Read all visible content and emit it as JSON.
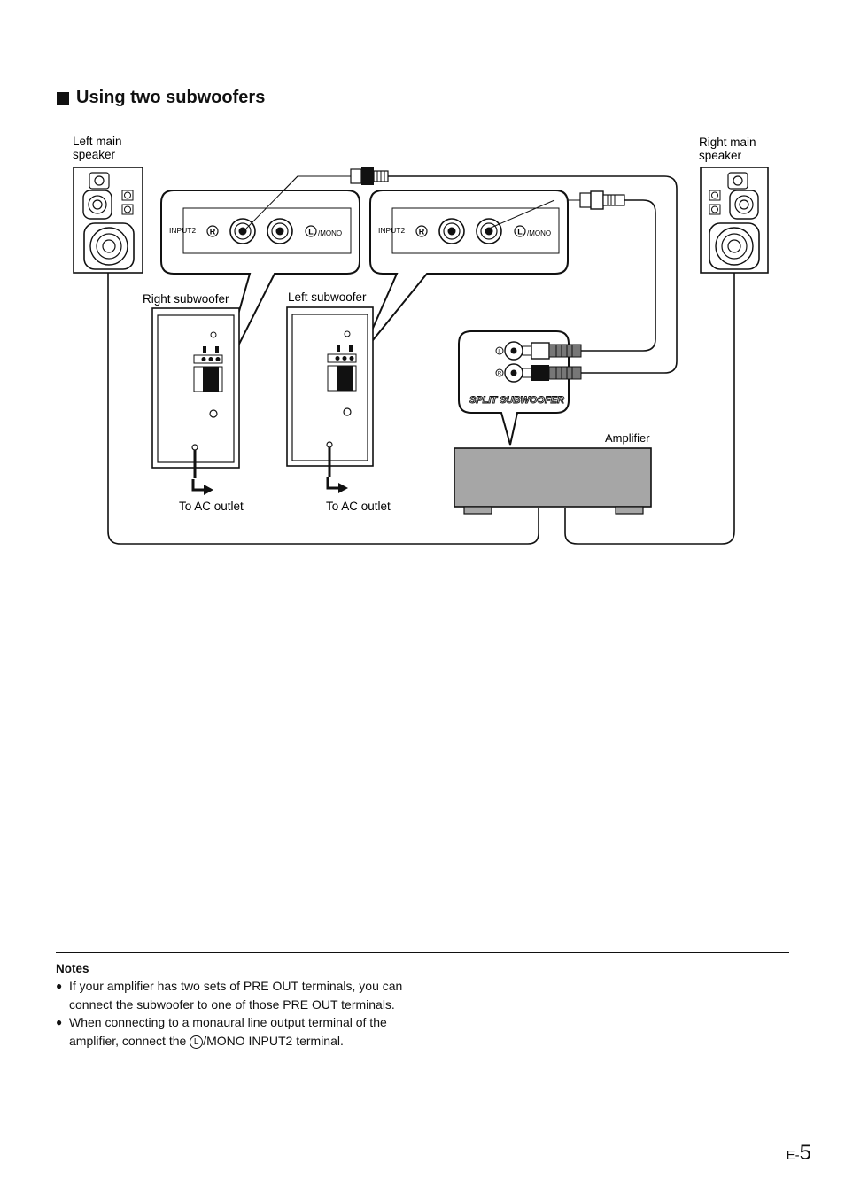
{
  "heading": "Using two subwoofers",
  "diagram": {
    "left_main_speaker": [
      "Left main",
      "speaker"
    ],
    "right_main_speaker": [
      "Right main",
      "speaker"
    ],
    "right_subwoofer": "Right subwoofer",
    "left_subwoofer": "Left subwoofer",
    "ac_outlet_1": "To AC outlet",
    "ac_outlet_2": "To AC outlet",
    "amplifier": "Amplifier",
    "split_subwoofer": "SPLIT SUBWOOFER",
    "callout_left": {
      "input": "INPUT2",
      "r": "R",
      "l": "L",
      "mono": "/MONO"
    },
    "callout_right": {
      "input": "INPUT2",
      "r": "R",
      "l": "L",
      "mono": "/MONO"
    },
    "terminal_l": "L",
    "terminal_r": "R"
  },
  "notes": {
    "title": "Notes",
    "item1": "If your amplifier has two sets of PRE OUT terminals, you can connect the subwoofer to one of those PRE OUT terminals.",
    "item2_before": "When connecting to a monaural line output terminal of the amplifier, connect the ",
    "item2_circled": "L",
    "item2_after": "/MONO INPUT2 terminal."
  },
  "page": {
    "prefix": "E-",
    "number": "5"
  }
}
